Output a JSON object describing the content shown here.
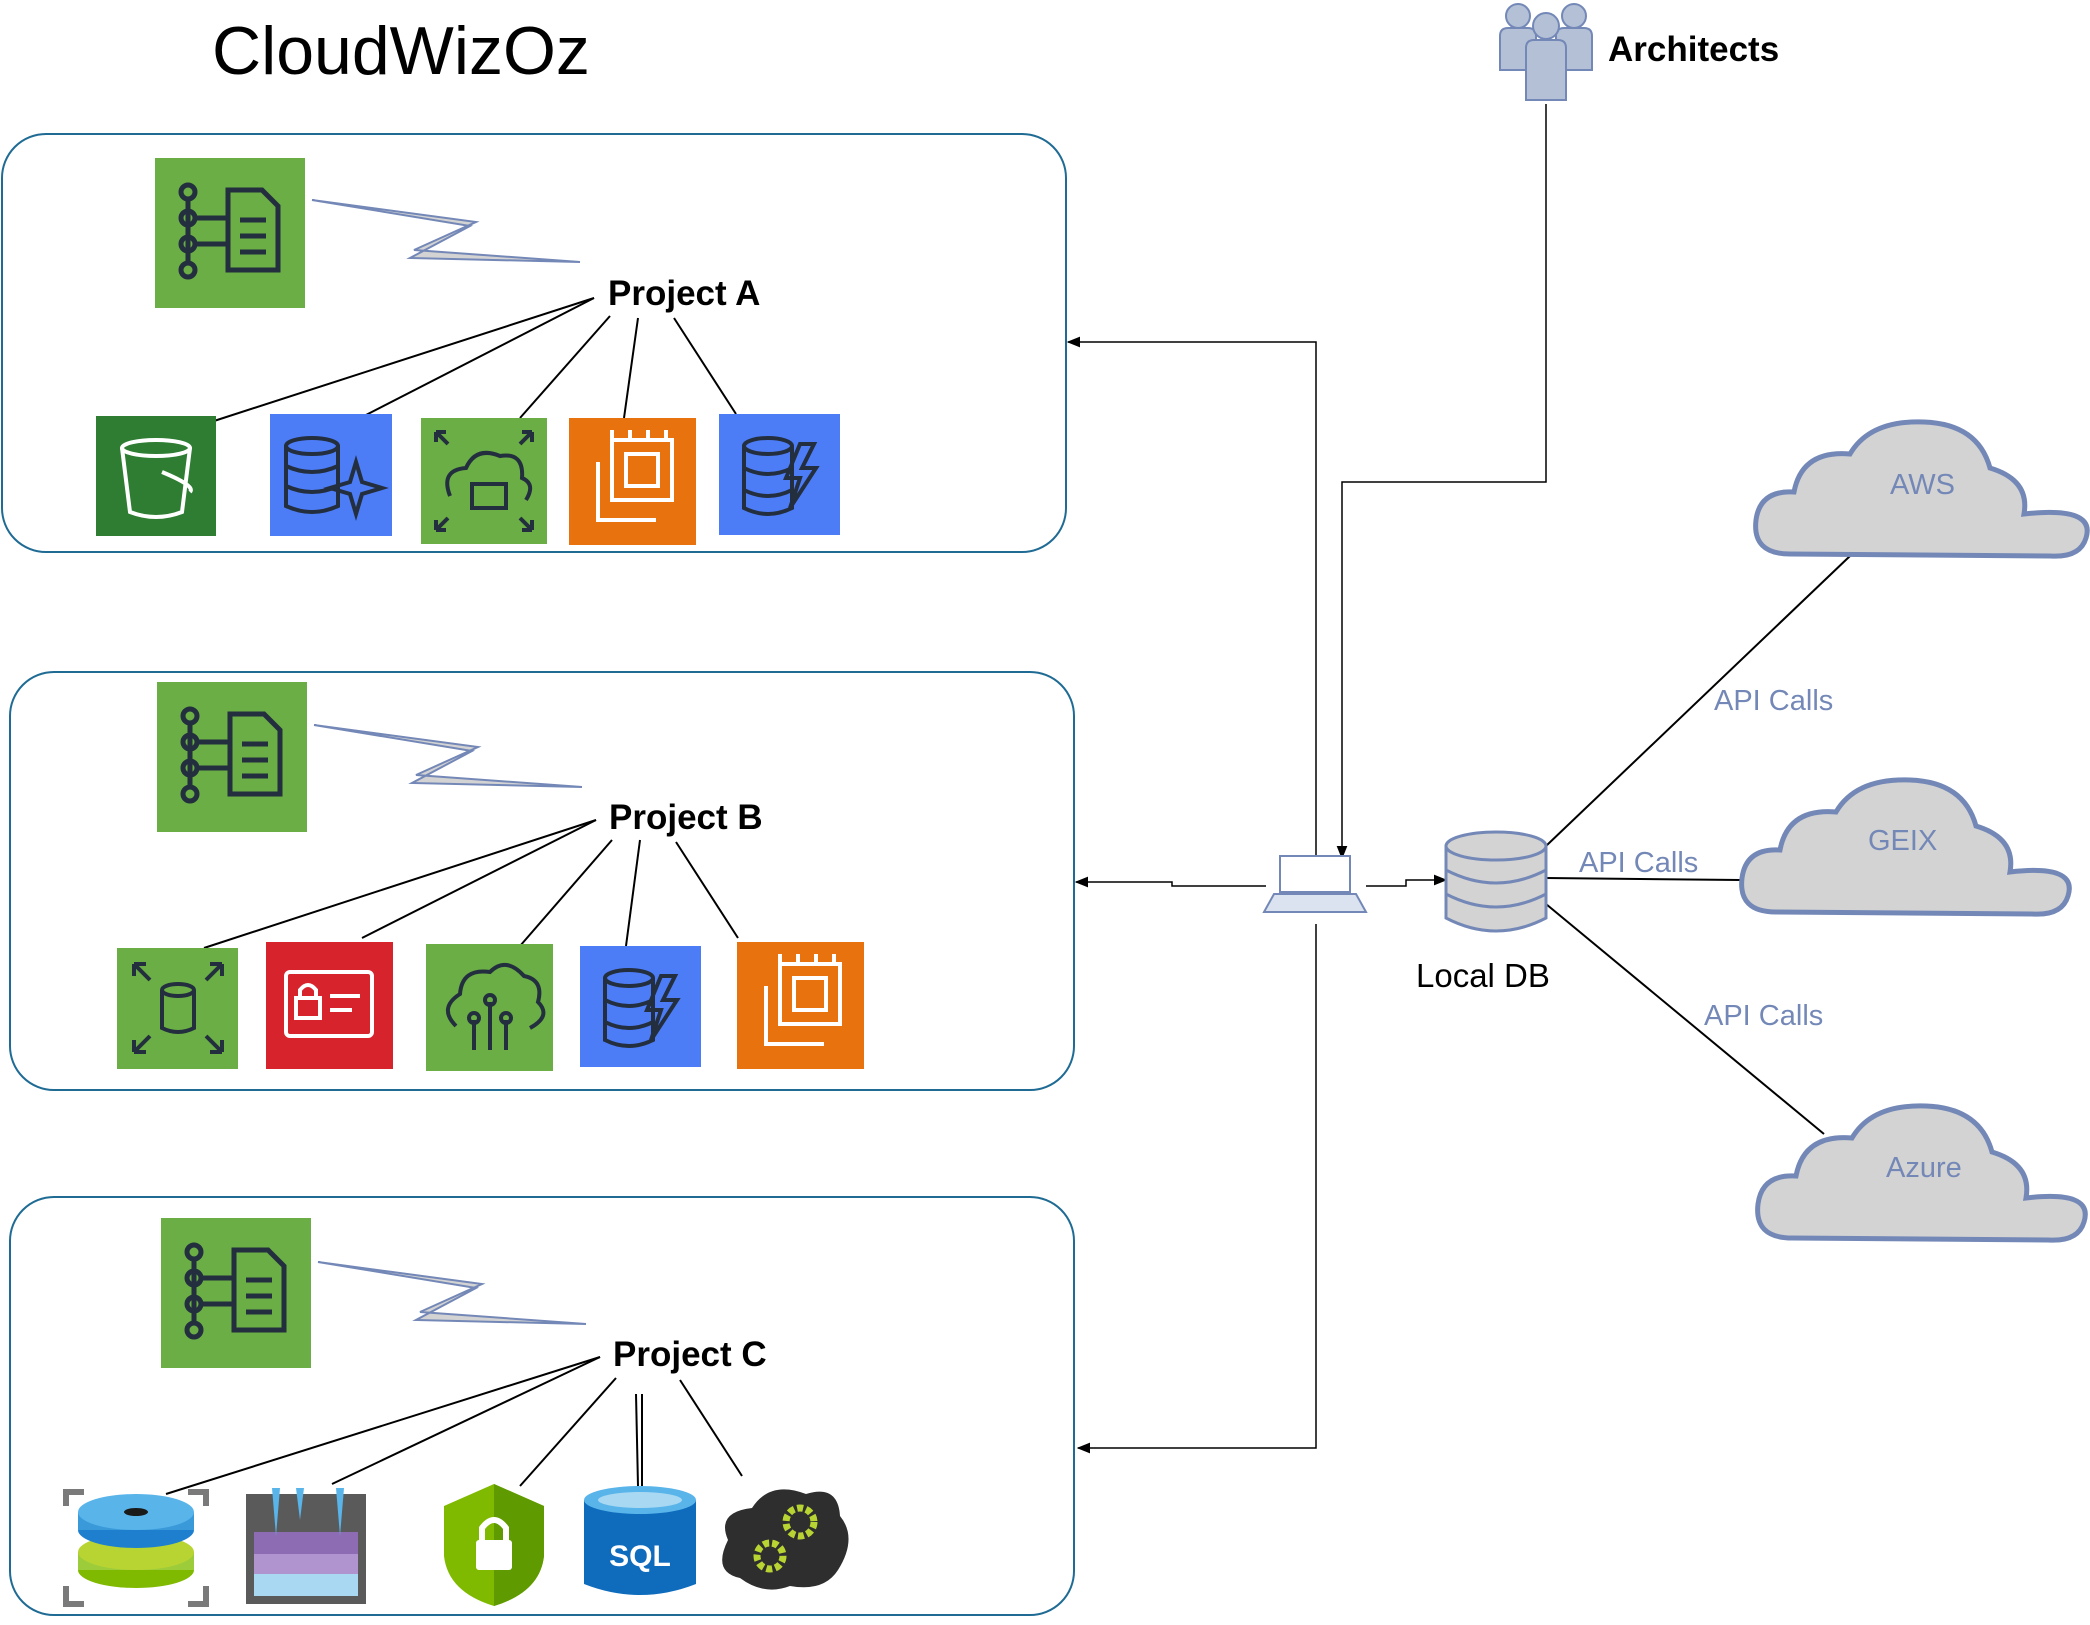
{
  "diagram": {
    "title": "CloudWizOz",
    "projects": [
      {
        "label": "Project A"
      },
      {
        "label": "Project B"
      },
      {
        "label": "Project C"
      }
    ],
    "actor": {
      "label": "Architects",
      "icon": "users-group-icon"
    },
    "database": {
      "label": "Local DB",
      "icon": "database-icon"
    },
    "clouds": [
      {
        "label": "AWS"
      },
      {
        "label": "GEIX"
      },
      {
        "label": "Azure"
      }
    ],
    "edge_labels": [
      "API Calls",
      "API Calls",
      "API Calls"
    ],
    "colors": {
      "aws_green": "#6bae45",
      "aws_dark_green": "#2e7d32",
      "aws_blue": "#4d7cf7",
      "aws_orange": "#e8730e",
      "aws_red": "#d6232c",
      "cloud_fill": "#d3d3d3",
      "cloud_stroke": "#7488b7",
      "box_stroke": "#1f6b94",
      "label_blue": "#7488b7"
    }
  }
}
